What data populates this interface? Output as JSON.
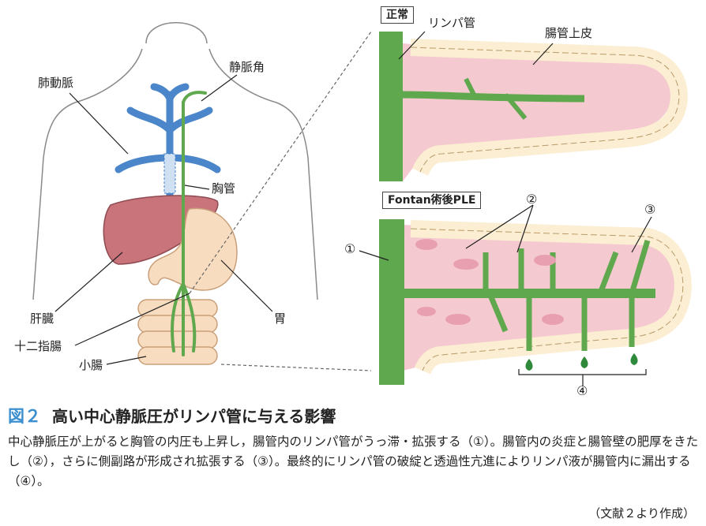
{
  "labels": {
    "pulmonary_artery": "肺動脈",
    "venous_angle": "静脈角",
    "thoracic_duct": "胸管",
    "liver": "肝臓",
    "duodenum": "十二指腸",
    "stomach": "胃",
    "small_intestine": "小腸",
    "lymph_vessel": "リンパ管",
    "intestinal_epithelium": "腸管上皮",
    "normal": "正常",
    "fontan_ple": "Fontan術後PLE",
    "marker_1": "①",
    "marker_2": "②",
    "marker_3": "③",
    "marker_4": "④"
  },
  "caption": {
    "figure_number": "図２",
    "title": "高い中心静脈圧がリンパ管に与える影響",
    "body": "中心静脈圧が上がると胸管の内圧も上昇し，腸管内のリンパ管がうっ滞・拡張する（①）。腸管内の炎症と腸管壁の肥厚をきたし（②），さらに側副路が形成され拡張する（③）。最終的にリンパ管の破綻と透過性亢進によりリンパ液が腸管内に漏出する（④）。",
    "source": "（文献２より作成）"
  },
  "colors": {
    "lymph_green": "#5fa84d",
    "vein_blue": "#4a86c9",
    "liver_red": "#c9737a",
    "stomach_peach": "#f8dcc0",
    "intestine_pink": "#f5c9d0",
    "epithelium_cream": "#fbeed2",
    "inflammation_pink": "#e8a0b0",
    "accent_blue": "#3b8fcf"
  }
}
